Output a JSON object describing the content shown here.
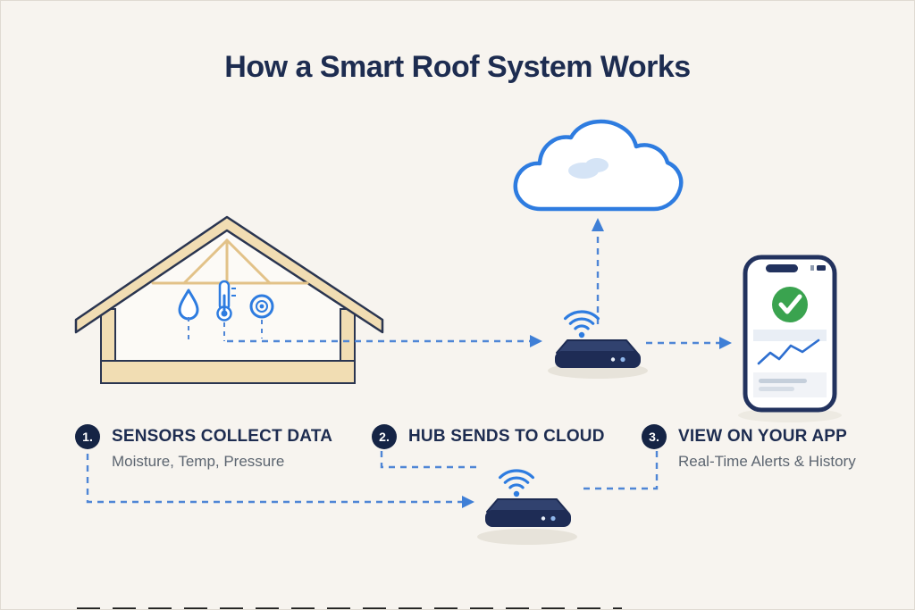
{
  "title": "How a Smart Roof System Works",
  "steps": [
    {
      "number": "1.",
      "label": "SENSORS COLLECT DATA",
      "subtitle": "Moisture, Temp, Pressure"
    },
    {
      "number": "2.",
      "label": "HUB SENDS TO CLOUD",
      "subtitle": ""
    },
    {
      "number": "3.",
      "label": "VIEW ON YOUR APP",
      "subtitle": "Real-Time Alerts & History"
    }
  ],
  "icons": {
    "house": "house-cross-section",
    "moisture": "water-droplet-icon",
    "temperature": "thermometer-icon",
    "pressure": "pressure-sensor-target-icon",
    "hub": "smart-hub-device",
    "wifi": "wifi-signal-icon",
    "cloud": "cloud-icon",
    "phone": "smartphone",
    "check": "checkmark-icon",
    "chart": "trend-line-chart"
  },
  "colors": {
    "background": "#f7f4ef",
    "navy": "#1d2c50",
    "accent_blue": "#2e7ce0",
    "dashed_blue": "#4f86d6",
    "roof_tan": "#f1ddb3",
    "truss_tan": "#e2c288",
    "success_green": "#3aa34f",
    "subtitle_gray": "#5c6570"
  }
}
